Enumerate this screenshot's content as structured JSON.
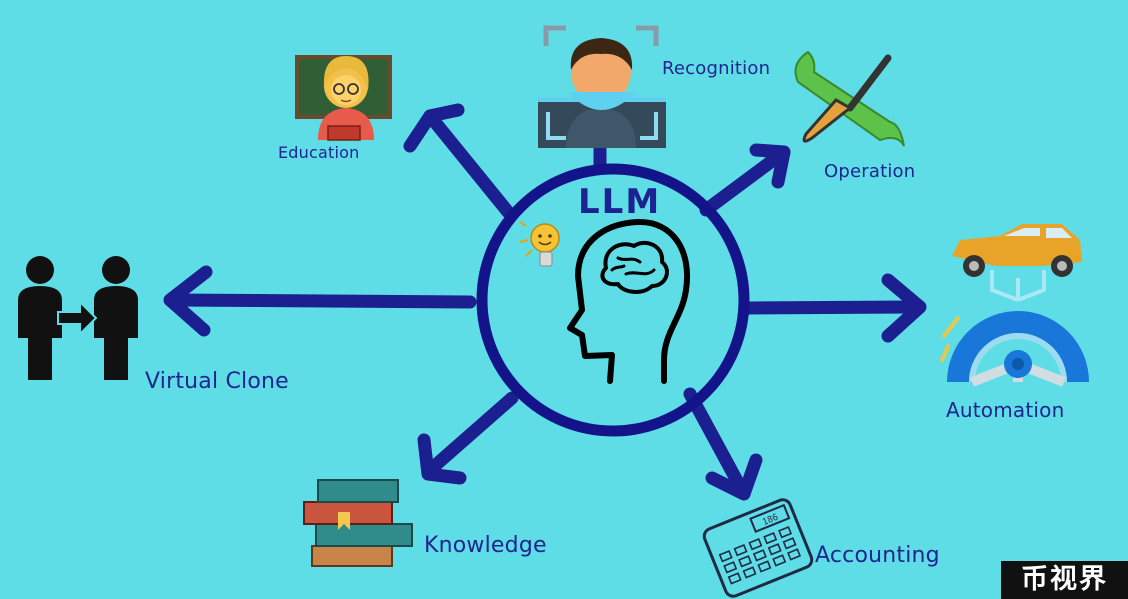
{
  "diagram": {
    "center": {
      "title": "LLM"
    },
    "branches": {
      "education": "Education",
      "recognition": "Recognition",
      "operation": "Operation",
      "automation": "Automation",
      "virtual_clone": "Virtual Clone",
      "knowledge": "Knowledge",
      "accounting": "Accounting"
    },
    "icons": {
      "education": "teacher-icon",
      "recognition": "face-recognition-icon",
      "operation": "wrench-screwdriver-icon",
      "automation": "self-driving-car-icon",
      "virtual_clone": "person-transfer-icon",
      "knowledge": "books-stack-icon",
      "accounting": "calculator-icon",
      "center": "brain-head-icon",
      "idea": "lightbulb-icon"
    },
    "calculator_display": "186",
    "colors": {
      "background": "#5fdde6",
      "arrow": "#1c1f8f",
      "label": "#1f2590"
    }
  },
  "watermark": "币视界"
}
